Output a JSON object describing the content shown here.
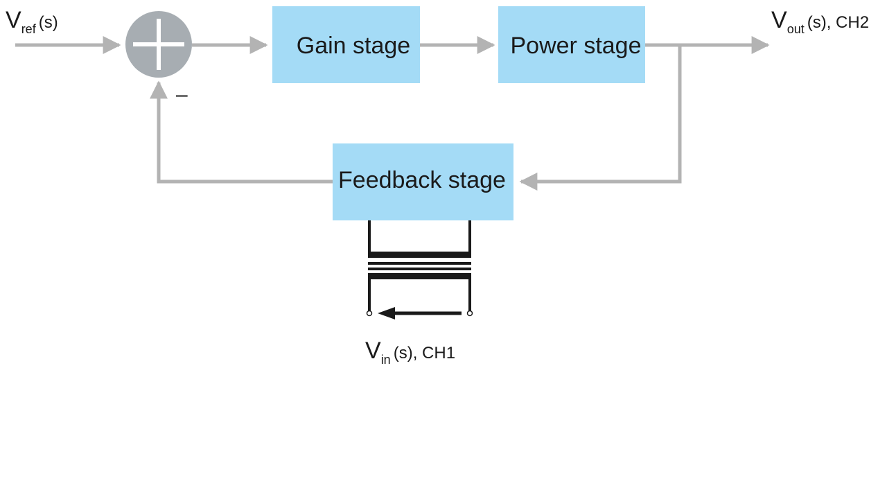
{
  "colors": {
    "block_fill": "#a4dbf6",
    "signal_line": "#b3b3b3",
    "summing_junction": "#a7adb2",
    "transformer": "#1a1a1a",
    "text": "#1a1a1a"
  },
  "blocks": {
    "gain": "Gain stage",
    "power": "Power stage",
    "feedback": "Feedback stage"
  },
  "signals": {
    "ref": {
      "main": "V",
      "sub": "ref",
      "suffix": "(s)"
    },
    "out": {
      "main": "V",
      "sub": "out",
      "suffix": "(s), CH2"
    },
    "in": {
      "main": "V",
      "sub": "in",
      "suffix": "(s), CH1"
    }
  },
  "summing_junction": {
    "plus_sign": "+",
    "minus_sign": "–"
  }
}
